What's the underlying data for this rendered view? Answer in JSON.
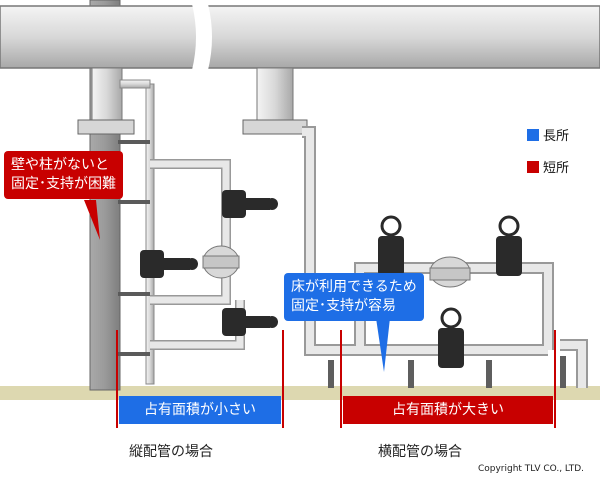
{
  "legend": [
    {
      "label": "長所",
      "color": "#1e6ee6"
    },
    {
      "label": "短所",
      "color": "#c80000"
    }
  ],
  "callouts": {
    "vertical_con_line1": "壁や柱がないと",
    "vertical_con_line2": "固定･支持が困難",
    "horizontal_pro_line1": "床が利用できるため",
    "horizontal_pro_line2": "固定･支持が容易"
  },
  "areas": {
    "vertical": "占有面積が小さい",
    "horizontal": "占有面積が大きい"
  },
  "captions": {
    "vertical": "縦配管の場合",
    "horizontal": "横配管の場合"
  },
  "copyright": "Copyright TLV CO., LTD.",
  "colors": {
    "pro": "#1e6ee6",
    "con": "#c80000",
    "floor": "#ddd8b0",
    "pipe": "#e0e0e0",
    "valve": "#2a2a2a"
  }
}
